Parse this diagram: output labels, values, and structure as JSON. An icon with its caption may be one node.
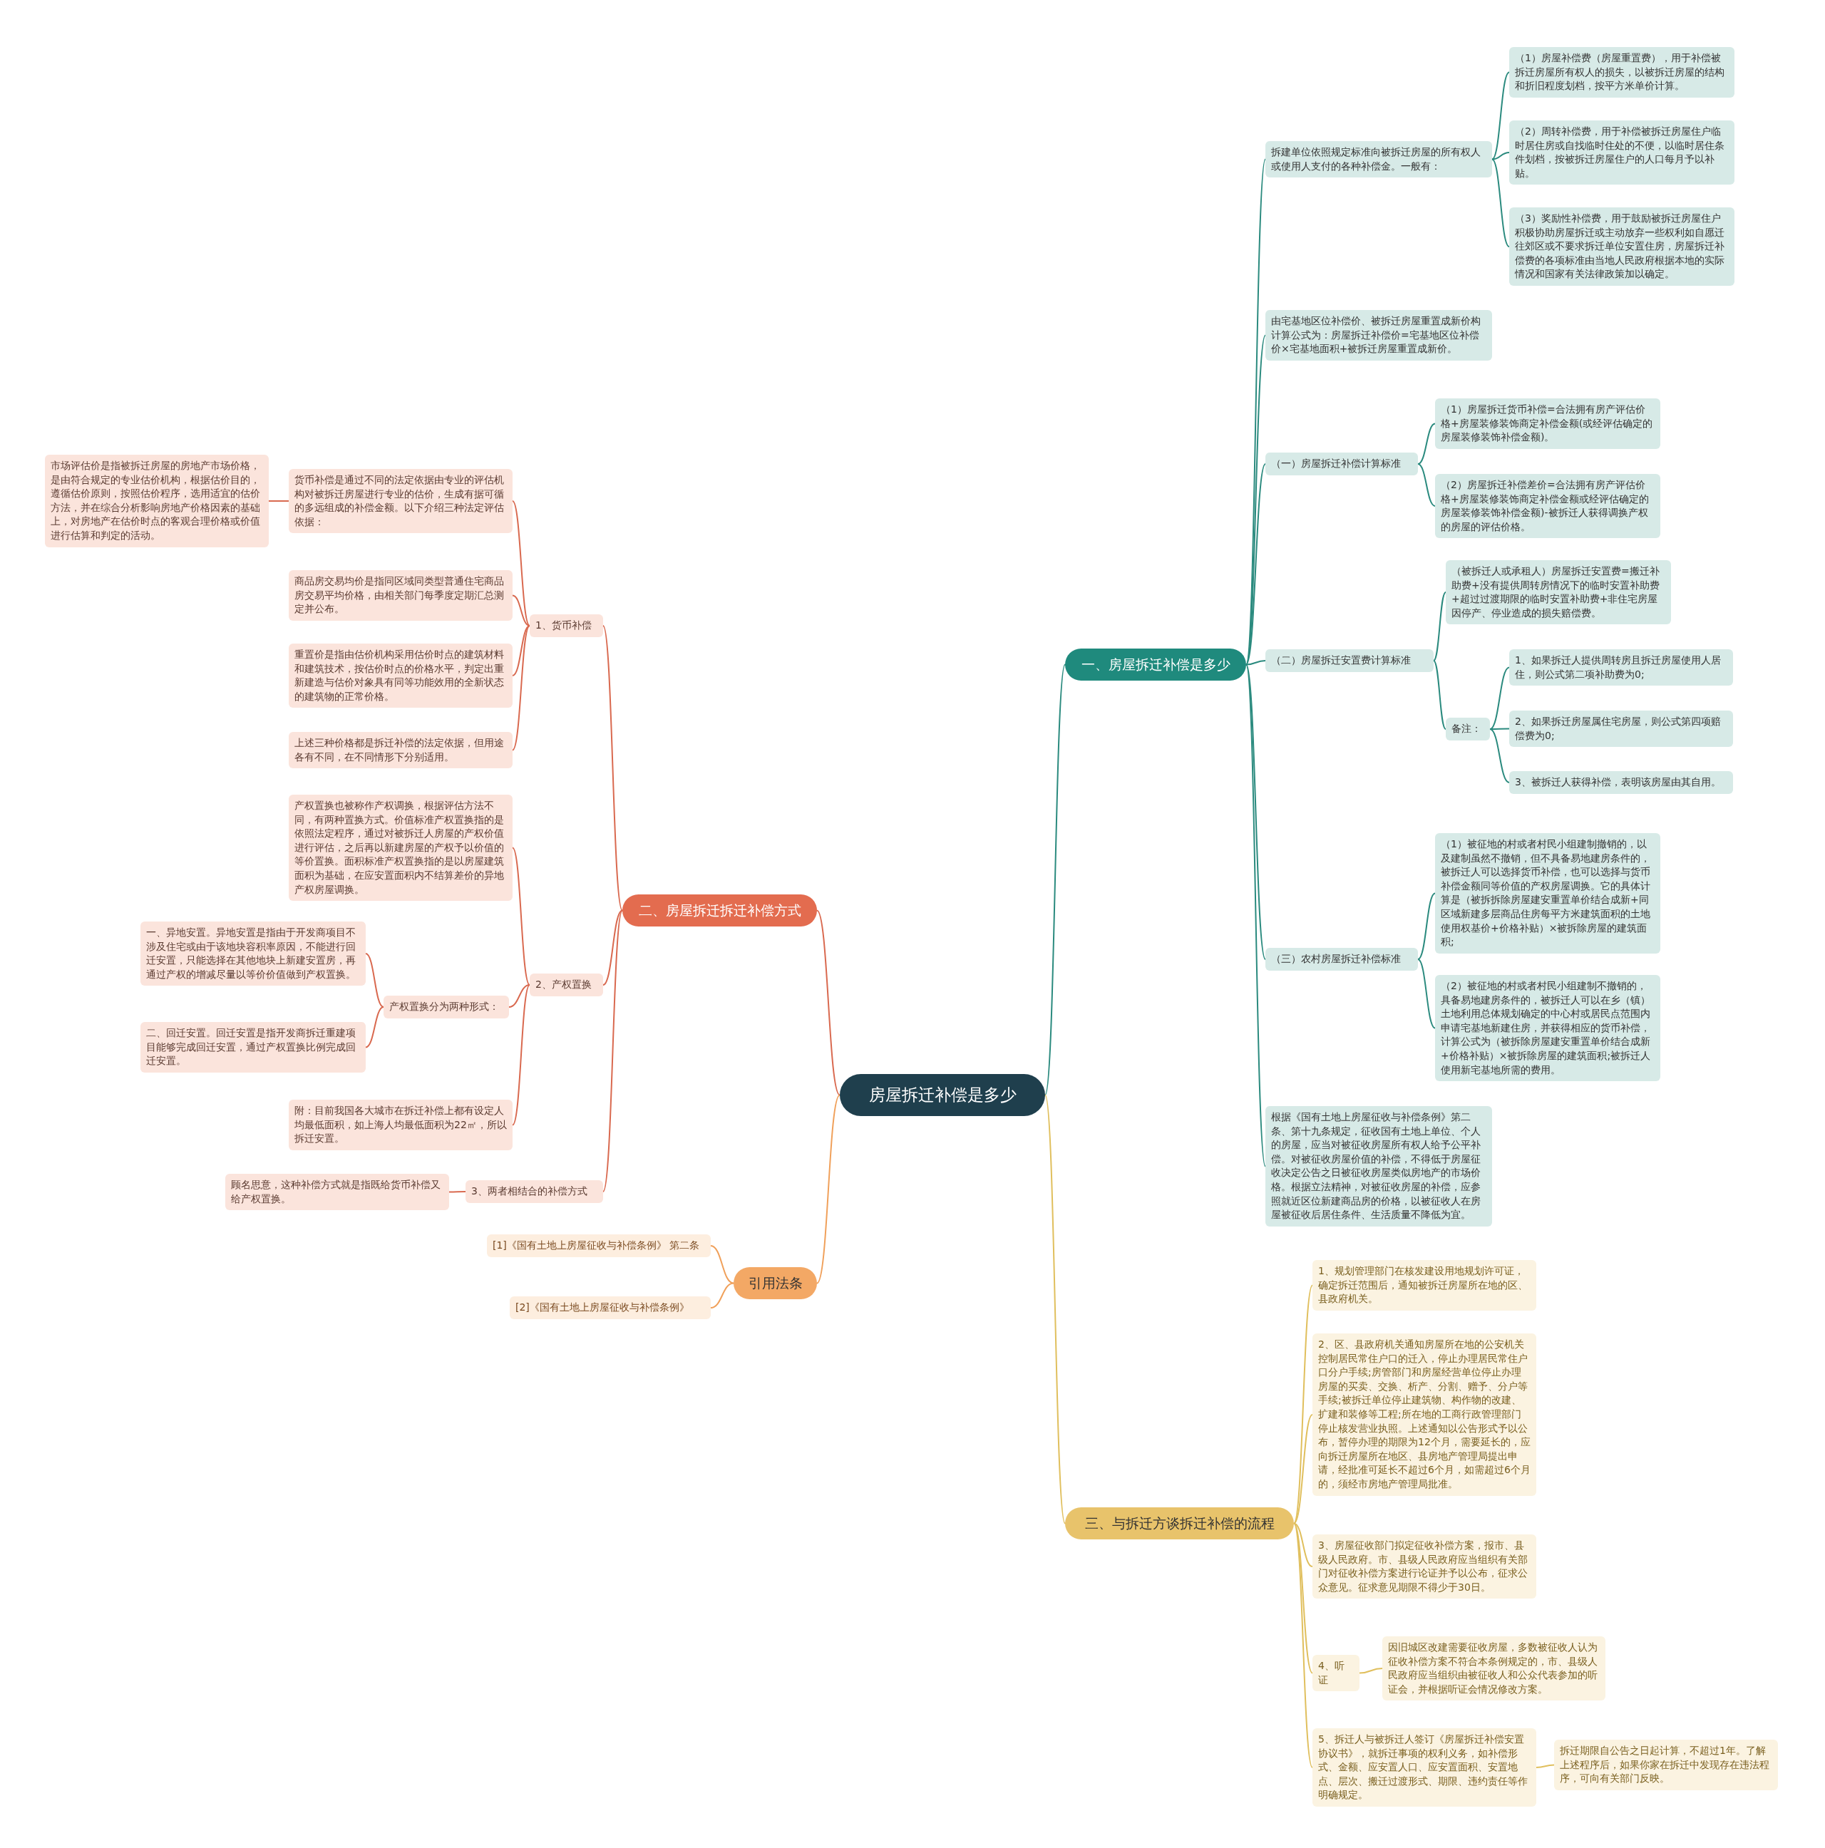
{
  "diagram": {
    "nodes": [
      {
        "text": [
          "房屋拆迁补偿是多少"
        ]
      },
      {
        "text": [
          "一、房屋拆迁补偿是多少"
        ]
      },
      {
        "text": [
          "拆建单位依照规定标准向被拆迁房屋的所有权人或使用人支付的各种补偿金。一般有："
        ]
      },
      {
        "text": [
          "（1）房屋补偿费（房屋重置费），用于补偿被拆迁房屋所有权人的损失，以被拆迁房屋的结构和折旧程度划档，按平方米单价计算。"
        ]
      },
      {
        "text": [
          "（2）周转补偿费，用于补偿被拆迁房屋住户临时居住房或自找临时住处的不便，以临时居住条件划档，按被拆迁房屋住户的人口每月予以补贴。"
        ]
      },
      {
        "text": [
          "（3）奖励性补偿费，用于鼓励被拆迁房屋住户积极协助房屋拆迁或主动放弃一些权利如自愿迁往郊区或不要求拆迁单位安置住房，房屋拆迁补偿费的各项标准由当地人民政府根据本地的实际情况和国家有关法律政策加以确定。"
        ]
      },
      {
        "text": [
          "由宅基地区位补偿价、被拆迁房屋重置成新价构计算公式为：房屋拆迁补偿价=宅基地区位补偿价×宅基地面积+被拆迁房屋重置成新价。"
        ]
      },
      {
        "text": [
          "（一）房屋拆迁补偿计算标准"
        ]
      },
      {
        "text": [
          "（1）房屋拆迁货币补偿=合法拥有房产评估价格+房屋装修装饰商定补偿金额(或经评估确定的房屋装修装饰补偿金额)。"
        ]
      },
      {
        "text": [
          "（2）房屋拆迁补偿差价=合法拥有房产评估价格+房屋装修装饰商定补偿金额或经评估确定的房屋装修装饰补偿金额)-被拆迁人获得调换产权的房屋的评估价格。"
        ]
      },
      {
        "text": [
          "（二）房屋拆迁安置费计算标准"
        ]
      },
      {
        "text": [
          "（被拆迁人或承租人）房屋拆迁安置费=搬迁补助费+没有提供周转房情况下的临时安置补助费+超过过渡期限的临时安置补助费+非住宅房屋因停产、停业造成的损失赔偿费。"
        ]
      },
      {
        "text": [
          "备注："
        ]
      },
      {
        "text": [
          "1、如果拆迁人提供周转房且拆迁房屋使用人居住，则公式第二项补助费为0;"
        ]
      },
      {
        "text": [
          "2、如果拆迁房屋属住宅房屋，则公式第四项赔偿费为0;"
        ]
      },
      {
        "text": [
          "3、被拆迁人获得补偿，表明该房屋由其自用。"
        ]
      },
      {
        "text": [
          "（三）农村房屋拆迁补偿标准"
        ]
      },
      {
        "text": [
          "（1）被征地的村或者村民小组建制撤销的，以及建制虽然不撤销，但不具备易地建房条件的，被拆迁人可以选择货币补偿，也可以选择与货币补偿金额同等价值的产权房屋调换。它的具体计算是（被拆拆除房屋建安重置单价结合成新+同区域新建多层商品住房每平方米建筑面积的土地使用权基价+价格补贴）×被拆除房屋的建筑面积;"
        ]
      },
      {
        "text": [
          "（2）被征地的村或者村民小组建制不撤销的，具备易地建房条件的，被拆迁人可以在乡（镇）土地利用总体规划确定的中心村或居民点范围内申请宅基地新建住房，并获得相应的货币补偿，计算公式为（被拆除房屋建安重置单价结合成新+价格补贴）×被拆除房屋的建筑面积;被拆迁人使用新宅基地所需的费用。"
        ]
      },
      {
        "text": [
          "根据《国有土地上房屋征收与补偿条例》第二条、第十九条规定，征收国有土地上单位、个人的房屋，应当对被征收房屋所有权人给予公平补偿。对被征收房屋价值的补偿，不得低于房屋征收决定公告之日被征收房屋类似房地产的市场价格。根据立法精神，对被征收房屋的补偿，应参照就近区位新建商品房的价格，以被征收人在房屋被征收后居住条件、生活质量不降低为宜。"
        ]
      },
      {
        "text": [
          "二、房屋拆迁拆迁补偿方式"
        ]
      },
      {
        "text": [
          "1、货币补偿"
        ]
      },
      {
        "text": [
          "货币补偿是通过不同的法定依据由专业的评估机构对被拆迁房屋进行专业的估价，生成有据可循的多远组成的补偿金额。以下介绍三种法定评估依据："
        ]
      },
      {
        "text": [
          "市场评估价是指被拆迁房屋的房地产市场价格，是由符合规定的专业估价机构，根据估价目的，遵循估价原则，按照估价程序，选用适宜的估价方法，并在综合分析影响房地产价格因素的基础上，对房地产在估价时点的客观合理价格或价值进行估算和判定的活动。"
        ]
      },
      {
        "text": [
          "商品房交易均价是指同区域同类型普通住宅商品房交易平均价格，由相关部门每季度定期汇总测定并公布。"
        ]
      },
      {
        "text": [
          "重置价是指由估价机构采用估价时点的建筑材料和建筑技术，按估价时点的价格水平，判定出重新建造与估价对象具有同等功能效用的全新状态的建筑物的正常价格。"
        ]
      },
      {
        "text": [
          "上述三种价格都是拆迁补偿的法定依据，但用途各有不同，在不同情形下分别适用。"
        ]
      },
      {
        "text": [
          "2、产权置换"
        ]
      },
      {
        "text": [
          "产权置换也被称作产权调换，根据评估方法不同，有两种置换方式。价值标准产权置换指的是依照法定程序，通过对被拆迁人房屋的产权价值进行评估，之后再以新建房屋的产权予以价值的等价置换。面积标准产权置换指的是以房屋建筑面积为基础，在应安置面积内不结算差价的异地产权房屋调换。"
        ]
      },
      {
        "text": [
          "产权置换分为两种形式："
        ]
      },
      {
        "text": [
          "一、异地安置。异地安置是指由于开发商项目不涉及住宅或由于该地块容积率原因，不能进行回迁安置，只能选择在其他地块上新建安置房，再通过产权的增减尽量以等价价值做到产权置换。"
        ]
      },
      {
        "text": [
          "二、回迁安置。回迁安置是指开发商拆迁重建项目能够完成回迁安置，通过产权置换比例完成回迁安置。"
        ]
      },
      {
        "text": [
          "附：目前我国各大城市在拆迁补偿上都有设定人均最低面积，如上海人均最低面积为22㎡，所以拆迁安置。"
        ]
      },
      {
        "text": [
          "3、两者相结合的补偿方式"
        ]
      },
      {
        "text": [
          "顾名思意，这种补偿方式就是指既给货币补偿又给产权置换。"
        ]
      },
      {
        "text": [
          "引用法条"
        ]
      },
      {
        "text": [
          "[1]《国有土地上房屋征收与补偿条例》 第二条"
        ]
      },
      {
        "text": [
          "[2]《国有土地上房屋征收与补偿条例》"
        ]
      },
      {
        "text": [
          "三、与拆迁方谈拆迁补偿的流程"
        ]
      },
      {
        "text": [
          "1、规划管理部门在核发建设用地规划许可证，确定拆迁范围后，通知被拆迁房屋所在地的区、县政府机关。"
        ]
      },
      {
        "text": [
          "2、区、县政府机关通知房屋所在地的公安机关控制居民常住户口的迁入，停止办理居民常住户口分户手续;房管部门和房屋经营单位停止办理房屋的买卖、交换、析产、分割、赠予、分户等手续;被拆迁单位停止建筑物、构作物的改建、扩建和装修等工程;所在地的工商行政管理部门停止核发营业执照。上述通知以公告形式予以公布，暂停办理的期限为12个月，需要延长的，应向拆迁房屋所在地区、县房地产管理局提出申请，经批准可延长不超过6个月，如需超过6个月的，须经市房地产管理局批准。"
        ]
      },
      {
        "text": [
          "3、房屋征收部门拟定征收补偿方案，报市、县级人民政府。市、县级人民政府应当组织有关部门对征收补偿方案进行论证并予以公布，征求公众意见。征求意见期限不得少于30日。"
        ]
      },
      {
        "text": [
          "4、听证"
        ]
      },
      {
        "text": [
          "因旧城区改建需要征收房屋，多数被征收人认为征收补偿方案不符合本条例规定的，市、县级人民政府应当组织由被征收人和公众代表参加的听证会，并根据听证会情况修改方案。"
        ]
      },
      {
        "text": [
          "5、拆迁人与被拆迁人签订《房屋拆迁补偿安置协议书》，就拆迁事项的权利义务，如补偿形式、金额、应安置人口、应安置面积、安置地点、层次、搬迁过渡形式、期限、违约责任等作明确规定。"
        ]
      },
      {
        "text": [
          "拆迁期限自公告之日起计算，不超过1年。了解上述程序后，如果你家在拆迁中发现存在违法程序，可向有关部门反映。"
        ]
      }
    ],
    "edges": [
      {
        "from": 0,
        "to": 1,
        "arrow": "none",
        "color": "#2a8a7e"
      },
      {
        "from": 1,
        "to": 2,
        "arrow": "none",
        "color": "#2a8a7e"
      },
      {
        "from": 2,
        "to": 3,
        "arrow": "none",
        "color": "#2a8a7e"
      },
      {
        "from": 2,
        "to": 4,
        "arrow": "none",
        "color": "#2a8a7e"
      },
      {
        "from": 2,
        "to": 5,
        "arrow": "none",
        "color": "#2a8a7e"
      },
      {
        "from": 1,
        "to": 6,
        "arrow": "none",
        "color": "#2a8a7e"
      },
      {
        "from": 1,
        "to": 7,
        "arrow": "none",
        "color": "#2a8a7e"
      },
      {
        "from": 7,
        "to": 8,
        "arrow": "none",
        "color": "#2a8a7e"
      },
      {
        "from": 7,
        "to": 9,
        "arrow": "none",
        "color": "#2a8a7e"
      },
      {
        "from": 1,
        "to": 10,
        "arrow": "none",
        "color": "#2a8a7e"
      },
      {
        "from": 10,
        "to": 11,
        "arrow": "none",
        "color": "#2a8a7e"
      },
      {
        "from": 10,
        "to": 12,
        "arrow": "none",
        "color": "#2a8a7e"
      },
      {
        "from": 12,
        "to": 13,
        "arrow": "none",
        "color": "#2a8a7e"
      },
      {
        "from": 12,
        "to": 14,
        "arrow": "none",
        "color": "#2a8a7e"
      },
      {
        "from": 12,
        "to": 15,
        "arrow": "none",
        "color": "#2a8a7e"
      },
      {
        "from": 1,
        "to": 16,
        "arrow": "none",
        "color": "#2a8a7e"
      },
      {
        "from": 16,
        "to": 17,
        "arrow": "none",
        "color": "#2a8a7e"
      },
      {
        "from": 16,
        "to": 18,
        "arrow": "none",
        "color": "#2a8a7e"
      },
      {
        "from": 1,
        "to": 19,
        "arrow": "none",
        "color": "#2a8a7e"
      },
      {
        "from": 0,
        "to": 20,
        "arrow": "none",
        "color": "#d9694f"
      },
      {
        "from": 20,
        "to": 21,
        "arrow": "none",
        "color": "#d9694f"
      },
      {
        "from": 21,
        "to": 22,
        "arrow": "none",
        "color": "#d9694f"
      },
      {
        "from": 22,
        "to": 23,
        "arrow": "none",
        "color": "#d9694f"
      },
      {
        "from": 21,
        "to": 24,
        "arrow": "none",
        "color": "#d9694f"
      },
      {
        "from": 21,
        "to": 25,
        "arrow": "none",
        "color": "#d9694f"
      },
      {
        "from": 21,
        "to": 26,
        "arrow": "none",
        "color": "#d9694f"
      },
      {
        "from": 20,
        "to": 27,
        "arrow": "none",
        "color": "#d9694f"
      },
      {
        "from": 27,
        "to": 28,
        "arrow": "none",
        "color": "#d9694f"
      },
      {
        "from": 27,
        "to": 29,
        "arrow": "none",
        "color": "#d9694f"
      },
      {
        "from": 29,
        "to": 30,
        "arrow": "none",
        "color": "#d9694f"
      },
      {
        "from": 29,
        "to": 31,
        "arrow": "none",
        "color": "#d9694f"
      },
      {
        "from": 27,
        "to": 32,
        "arrow": "none",
        "color": "#d9694f"
      },
      {
        "from": 20,
        "to": 33,
        "arrow": "none",
        "color": "#d9694f"
      },
      {
        "from": 33,
        "to": 34,
        "arrow": "none",
        "color": "#d9694f"
      },
      {
        "from": 0,
        "to": 35,
        "arrow": "none",
        "color": "#f0a05a"
      },
      {
        "from": 35,
        "to": 36,
        "arrow": "none",
        "color": "#f0a05a"
      },
      {
        "from": 35,
        "to": 37,
        "arrow": "none",
        "color": "#f0a05a"
      },
      {
        "from": 0,
        "to": 38,
        "arrow": "none",
        "color": "#e0bf5d"
      },
      {
        "from": 38,
        "to": 39,
        "arrow": "none",
        "color": "#e0bf5d"
      },
      {
        "from": 38,
        "to": 40,
        "arrow": "none",
        "color": "#e0bf5d"
      },
      {
        "from": 38,
        "to": 41,
        "arrow": "none",
        "color": "#e0bf5d"
      },
      {
        "from": 38,
        "to": 42,
        "arrow": "none",
        "color": "#e0bf5d"
      },
      {
        "from": 42,
        "to": 43,
        "arrow": "none",
        "color": "#e0bf5d"
      },
      {
        "from": 38,
        "to": 44,
        "arrow": "none",
        "color": "#e0bf5d"
      },
      {
        "from": 44,
        "to": 45,
        "arrow": "none",
        "color": "#e0bf5d"
      }
    ]
  }
}
